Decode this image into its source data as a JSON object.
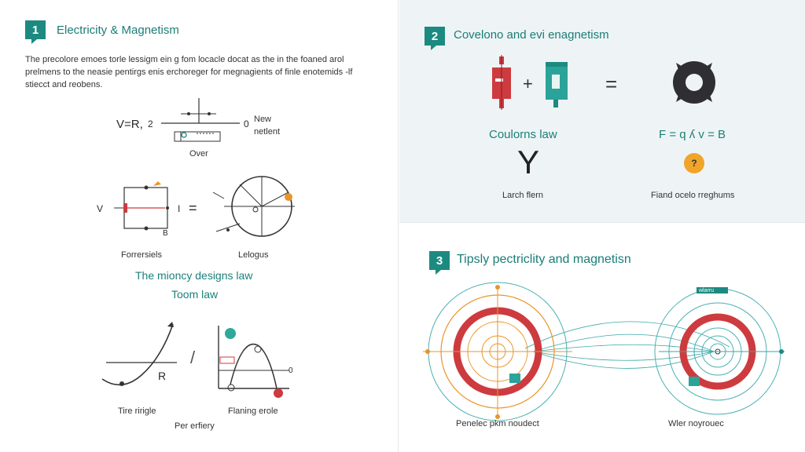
{
  "panel1": {
    "number": "1",
    "title": "Electricity & Magnetism",
    "paragraph": "The precolore emoes torle lessigm ein g fom locacle docat as the in the foaned arol prelmens to the neasie pentirgs enis erchoreger for megnagients of finle enotemids -lf stiecct and reobens.",
    "eq_left": "V=R,",
    "eq_two": "2",
    "eq_zero": "0",
    "new_label": "New",
    "netlent_label": "netlent",
    "over_label": "Over",
    "circuit_v": "V",
    "circuit_i": "I",
    "circuit_b": "B",
    "equals": "=",
    "fig_left_label": "Forrersiels",
    "fig_right_label": "Lelogus",
    "law1": "The mioncy designs law",
    "law2": "Toom law",
    "graph_r": "R",
    "graph_zero": "0",
    "slash": "/",
    "fig3_left_label": "Tire ririgle",
    "fig3_right_label": "Flaning erole",
    "bottom_label": "Per erfiery"
  },
  "panel2": {
    "number": "2",
    "title": "Covelono and evi enagnetism",
    "plus": "+",
    "equals": "=",
    "law_label": "Coulorns law",
    "formula": "F = q ʎ v = B",
    "glyph": "Y",
    "badge_char": "?",
    "left_caption": "Larch flern",
    "right_caption": "Fiand ocelo rreghums"
  },
  "panel3": {
    "number": "3",
    "title": "Tipsly pectriclity and magnetisn",
    "top_tag": "wlarru",
    "left_caption": "Penelec pkm noudect",
    "right_caption": "Wler noyrouec"
  },
  "colors": {
    "teal": "#1c8a80",
    "red": "#cd3b3f",
    "orange": "#e8952a",
    "dark": "#333333"
  }
}
